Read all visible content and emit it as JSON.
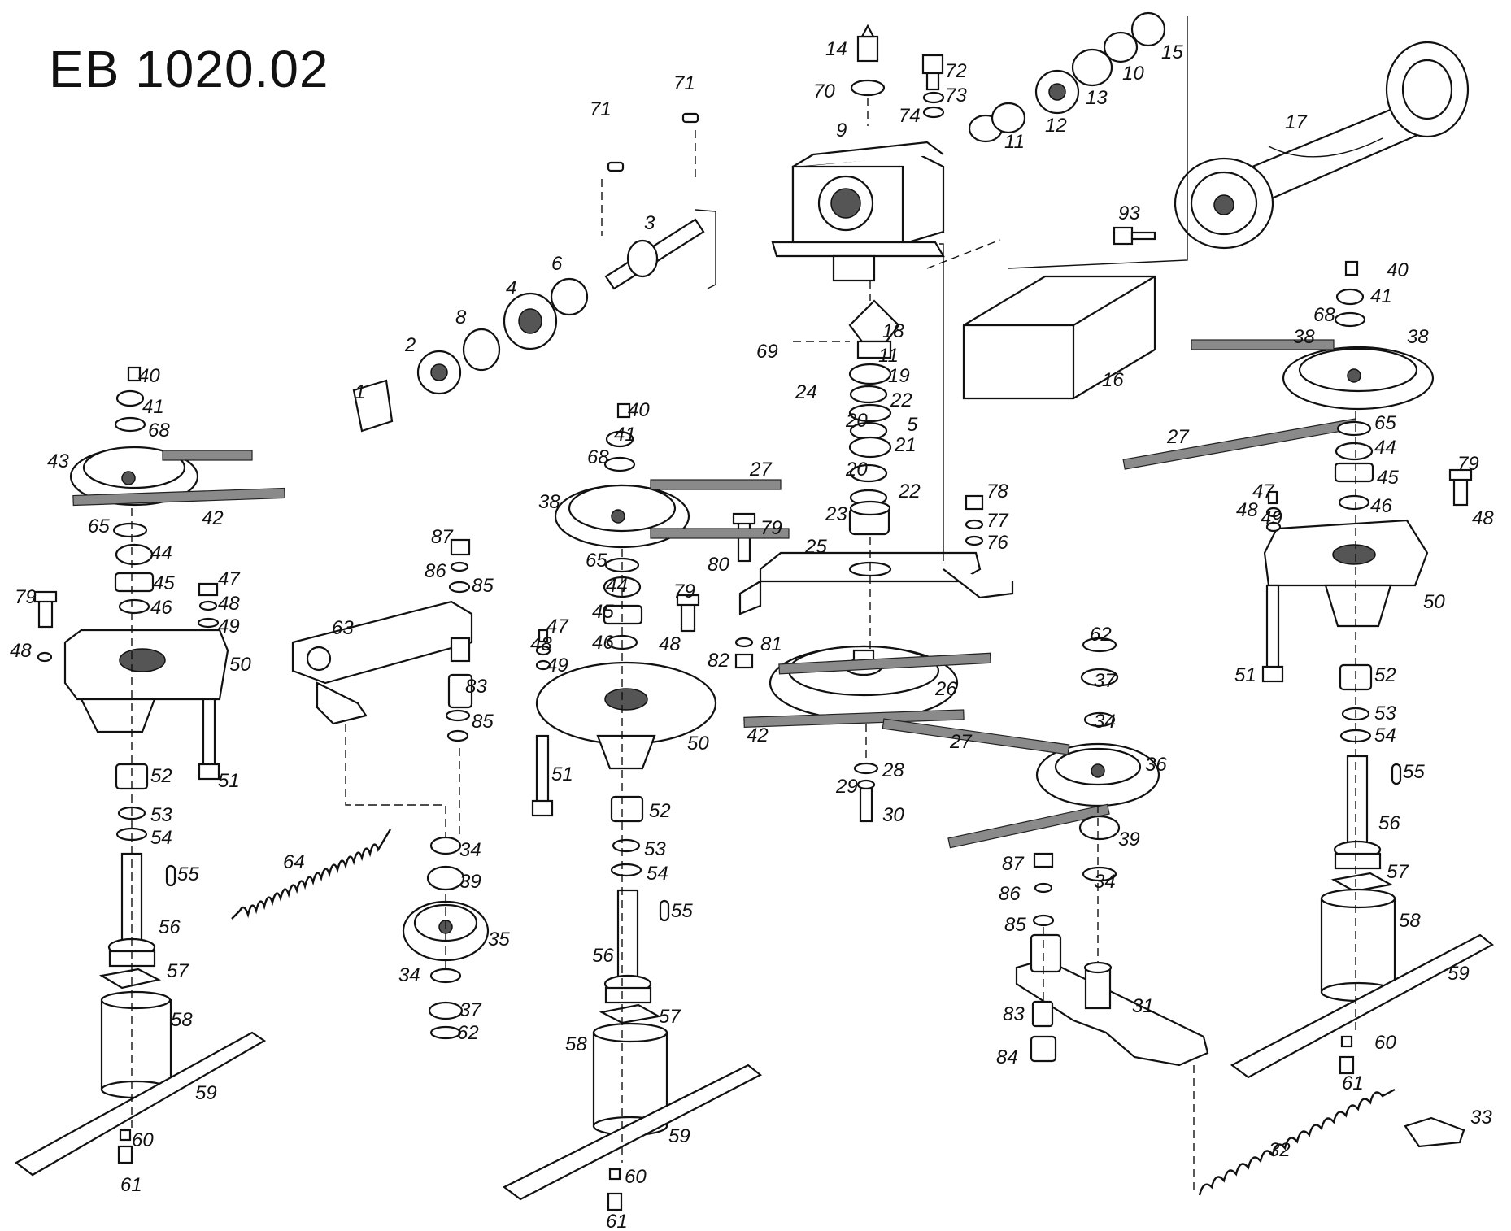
{
  "title": "EB 1020.02",
  "labels": [
    "1",
    "2",
    "3",
    "4",
    "5",
    "6",
    "8",
    "9",
    "10",
    "11",
    "12",
    "13",
    "14",
    "15",
    "16",
    "17",
    "18",
    "19",
    "20",
    "21",
    "22",
    "23",
    "24",
    "25",
    "26",
    "27",
    "28",
    "29",
    "30",
    "31",
    "32",
    "33",
    "34",
    "35",
    "36",
    "37",
    "38",
    "39",
    "40",
    "41",
    "42",
    "43",
    "44",
    "45",
    "46",
    "47",
    "48",
    "49",
    "50",
    "51",
    "52",
    "53",
    "54",
    "55",
    "56",
    "57",
    "58",
    "59",
    "60",
    "61",
    "62",
    "63",
    "64",
    "65",
    "68",
    "69",
    "70",
    "71",
    "72",
    "73",
    "74",
    "76",
    "77",
    "78",
    "79",
    "80",
    "81",
    "82",
    "83",
    "84",
    "85",
    "86",
    "87",
    "93"
  ]
}
